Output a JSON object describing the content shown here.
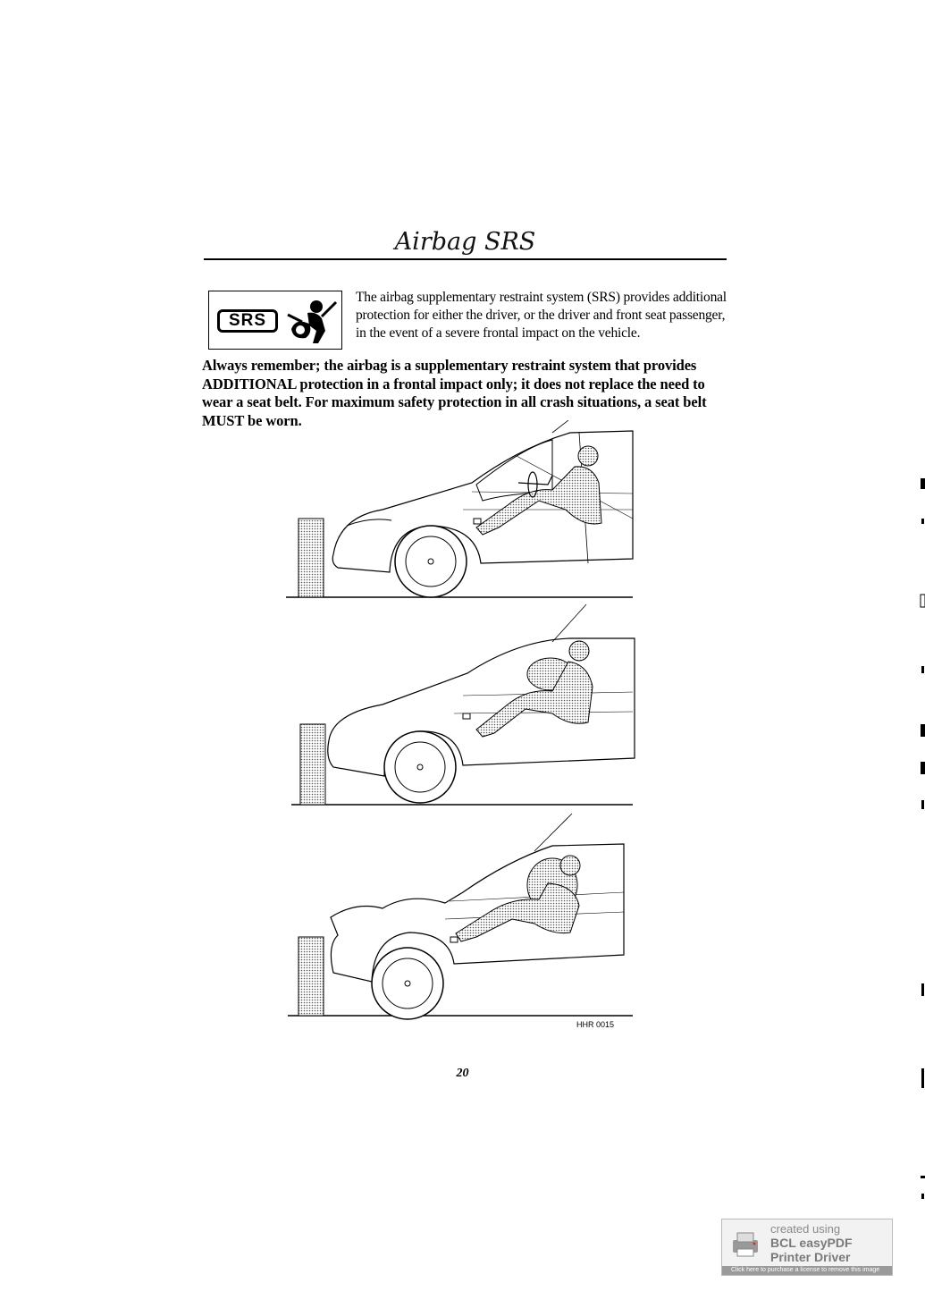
{
  "page": {
    "title": "Airbag SRS",
    "page_number": "20"
  },
  "srs_icon": {
    "label": "SRS"
  },
  "intro_text": "The airbag supplementary restraint system (SRS) provides additional protection for either the driver, or the driver and front seat passenger, in the event of a severe frontal impact on the vehicle.",
  "warning_text": "Always remember; the airbag is a supplementary restraint system that provides ADDITIONAL protection in a frontal impact only; it does not replace the need to wear a seat belt. For maximum safety protection in all crash situations, a seat belt MUST be worn.",
  "diagram": {
    "reference_code": "HHR 0015"
  },
  "pdf_badge": {
    "line1": "created using",
    "line2": "BCL easyPDF",
    "line3": "Printer Driver",
    "bar_text": "Click here to purchase a license to remove this image"
  }
}
